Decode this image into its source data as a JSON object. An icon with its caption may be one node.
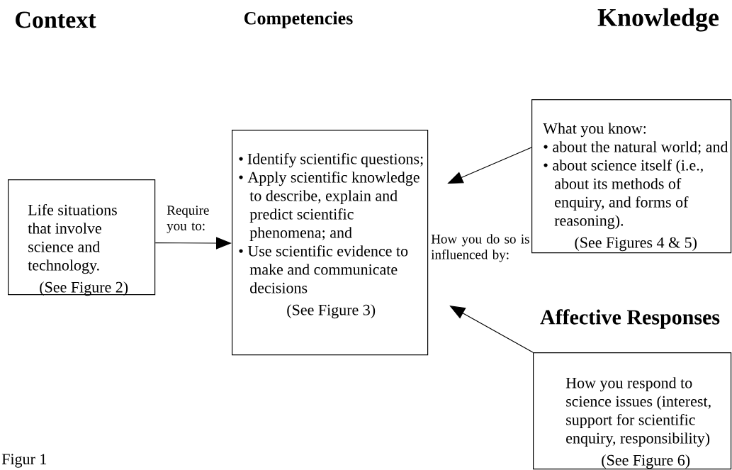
{
  "diagram": {
    "nodes": [
      {
        "text": [
          "Life situations that involve science and technology.",
          "(See Figure 2)"
        ]
      },
      {
        "text": [
          "• Identify scientific questions;",
          "• Apply scientific knowledge to describe, explain and predict scientific phenomena; and",
          "• Use scientific evidence to make and communicate decisions",
          "(See Figure 3)"
        ]
      },
      {
        "text": [
          "What you know:",
          "• about the natural world; and",
          "• about science itself (i.e., about its methods of enquiry, and forms of reasoning).",
          "(See Figures 4 & 5)"
        ]
      },
      {
        "text": [
          "How you respond to science issues (interest, support for scientific enquiry, responsibility)",
          "(See Figure 6)"
        ]
      }
    ],
    "edges": [
      {
        "from": 0,
        "to": 1,
        "arrow": "to",
        "label": "Require you to:"
      },
      {
        "from": 2,
        "to": 1,
        "arrow": "to"
      },
      {
        "from": 3,
        "to": 1,
        "arrow": "to"
      }
    ],
    "labels": [
      "Context",
      "Competencies",
      "Knowledge",
      "How you do so is influenced by:",
      "Affective Responses",
      "Figur 1"
    ]
  }
}
